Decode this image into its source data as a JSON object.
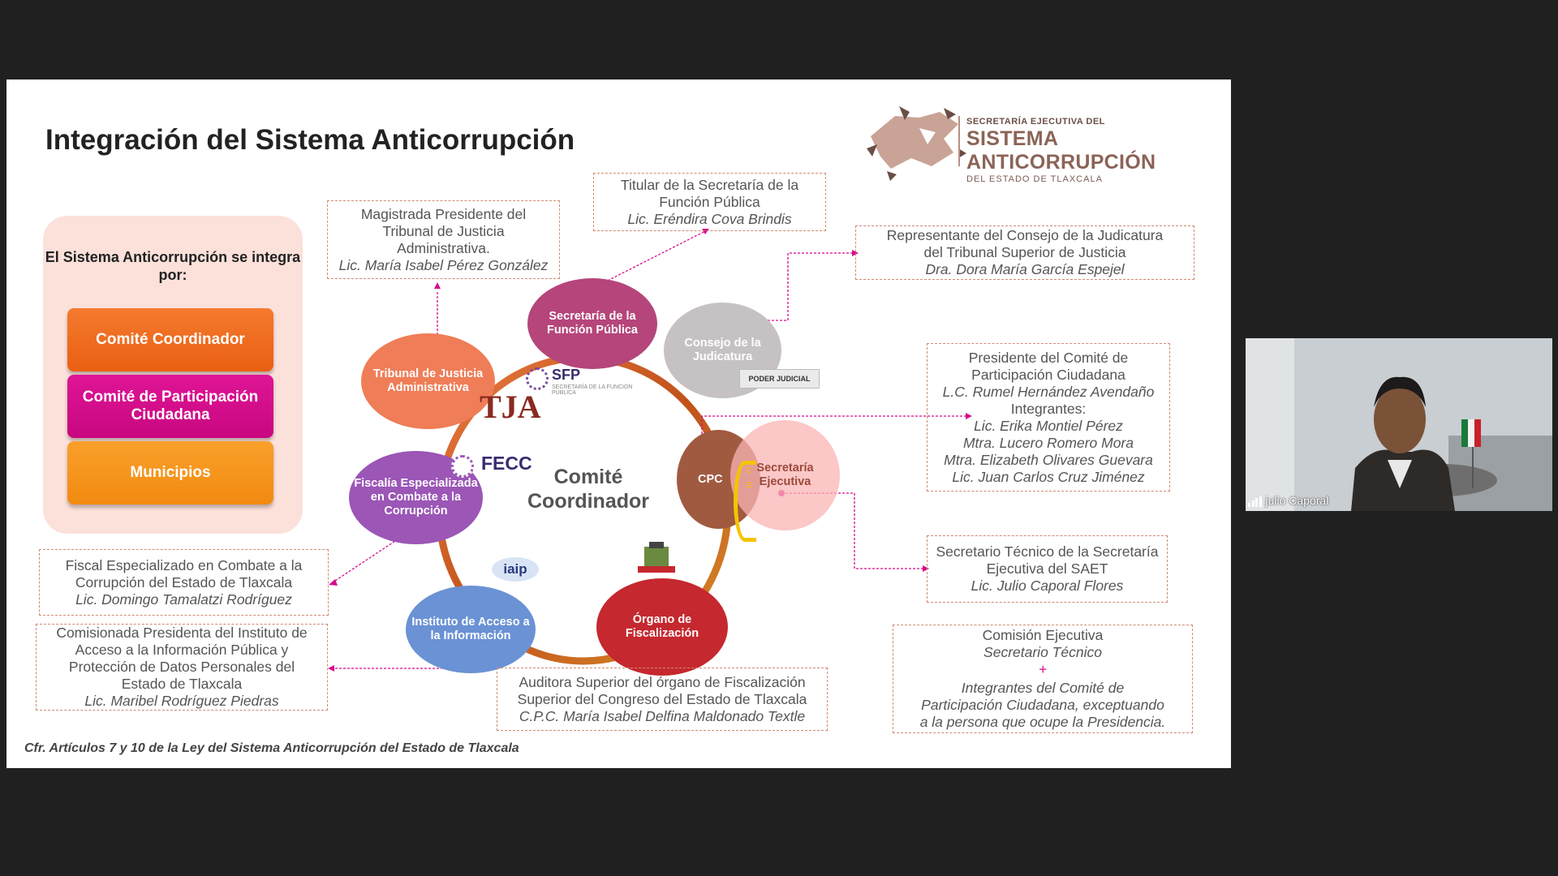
{
  "slide": {
    "title": "Integración del Sistema Anticorrupción",
    "logo": {
      "line1": "SECRETARÍA EJECUTIVA DEL",
      "line2": "SISTEMA ANTICORRUPCIÓN",
      "line3": "DEL ESTADO DE TLAXCALA"
    },
    "panel": {
      "title": "El Sistema Anticorrupción se integra por:",
      "buttons": [
        {
          "label": "Comité Coordinador",
          "color": "#f26b21"
        },
        {
          "label": "Comité de Participación Ciudadana",
          "color": "#d60b8c"
        },
        {
          "label": "Municipios",
          "color": "#f7941d"
        }
      ]
    },
    "center_label": "Comité Coordinador",
    "nodes": {
      "tja": "Tribunal de Justicia Administrativa",
      "sfp": "Secretaría de la Función Pública",
      "cj": "Consejo de la Judicatura",
      "cpc": "CPC",
      "se": "Secretaría Ejecutiva",
      "se_small": "C E",
      "ofs": "Órgano de Fiscalización",
      "iai": "Instituto de Acceso a la Información",
      "fecc": "Fiscalía Especializada en Combate a la Corrupción"
    },
    "node_logos": {
      "sfp": "SFP",
      "sfp_sub": "SECRETARÍA DE LA FUNCIÓN PÚBLICA",
      "fecc": "FECC",
      "iaip": "iaip",
      "poder_judicial": "PODER JUDICIAL"
    },
    "boxes": {
      "tja": {
        "lines": [
          "Magistrada Presidente del",
          "Tribunal de Justicia",
          "Administrativa."
        ],
        "name": "Lic. María Isabel Pérez González"
      },
      "sfp": {
        "lines": [
          "Titular de la Secretaría de la",
          "Función Pública"
        ],
        "name": "Lic. Eréndira Cova Brindis"
      },
      "cj": {
        "lines": [
          "Representante del Consejo de la Judicatura",
          "del Tribunal Superior de Justicia"
        ],
        "name": "Dra. Dora María García Espejel"
      },
      "cpc": {
        "lines": [
          "Presidente del Comité de",
          "Participación Ciudadana"
        ],
        "name": "L.C. Rumel Hernández Avendaño",
        "sub": "Integrantes:",
        "members": [
          "Lic. Erika Montiel Pérez",
          "Mtra. Lucero Romero Mora",
          "Mtra. Elizabeth Olivares Guevara",
          "Lic. Juan Carlos Cruz Jiménez"
        ]
      },
      "se": {
        "lines": [
          "Secretario Técnico de la Secretaría",
          "Ejecutiva del SAET"
        ],
        "name": "Lic. Julio Caporal Flores"
      },
      "ce": {
        "title": "Comisión Ejecutiva",
        "italic": [
          "Secretario Técnico",
          "+",
          "",
          "Integrantes del Comité de",
          "Participación Ciudadana, exceptuando",
          "a la persona que ocupe la Presidencia."
        ]
      },
      "ofs": {
        "lines": [
          "Auditora Superior del órgano de Fiscalización",
          "Superior del Congreso del Estado de Tlaxcala"
        ],
        "name": "C.P.C. María Isabel Delfina Maldonado Textle"
      },
      "iai": {
        "lines": [
          "Comisionada Presidenta del Instituto de",
          "Acceso a la Información Pública y",
          "Protección de Datos Personales del",
          "Estado de Tlaxcala"
        ],
        "name": "Lic. Maribel Rodríguez Piedras"
      },
      "fecc": {
        "lines": [
          "Fiscal Especializado en Combate a la",
          "Corrupción del Estado de Tlaxcala"
        ],
        "name": "Lic. Domingo Tamalatzi Rodríguez"
      }
    },
    "footnote": "Cfr. Artículos 7 y 10 de la Ley del Sistema Anticorrupción del Estado de Tlaxcala"
  },
  "video": {
    "participant_name": "julio Caporal"
  }
}
